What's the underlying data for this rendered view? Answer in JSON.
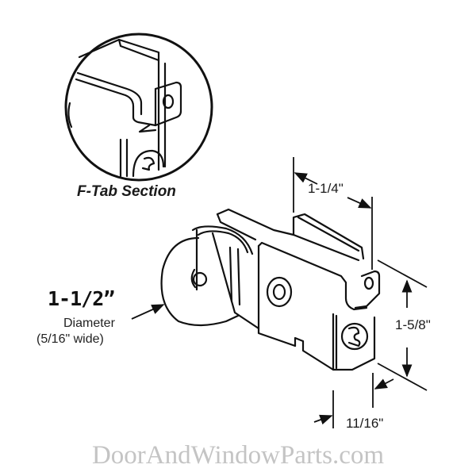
{
  "diagram": {
    "subject": "Sliding door roller assembly with F-Tab",
    "inset": {
      "label": "F-Tab Section"
    },
    "wheel": {
      "diameter_label": "1-1/2”",
      "diameter_caption": "Diameter",
      "width_caption": "(5/16\" wide)"
    },
    "dimensions": {
      "depth": "1-1/4\"",
      "height": "1-5/8\"",
      "width": "11/16\""
    },
    "watermark": "DoorAndWindowParts.com",
    "colors": {
      "line": "#111111",
      "background": "#ffffff",
      "watermark": "#c4c4c4"
    }
  }
}
